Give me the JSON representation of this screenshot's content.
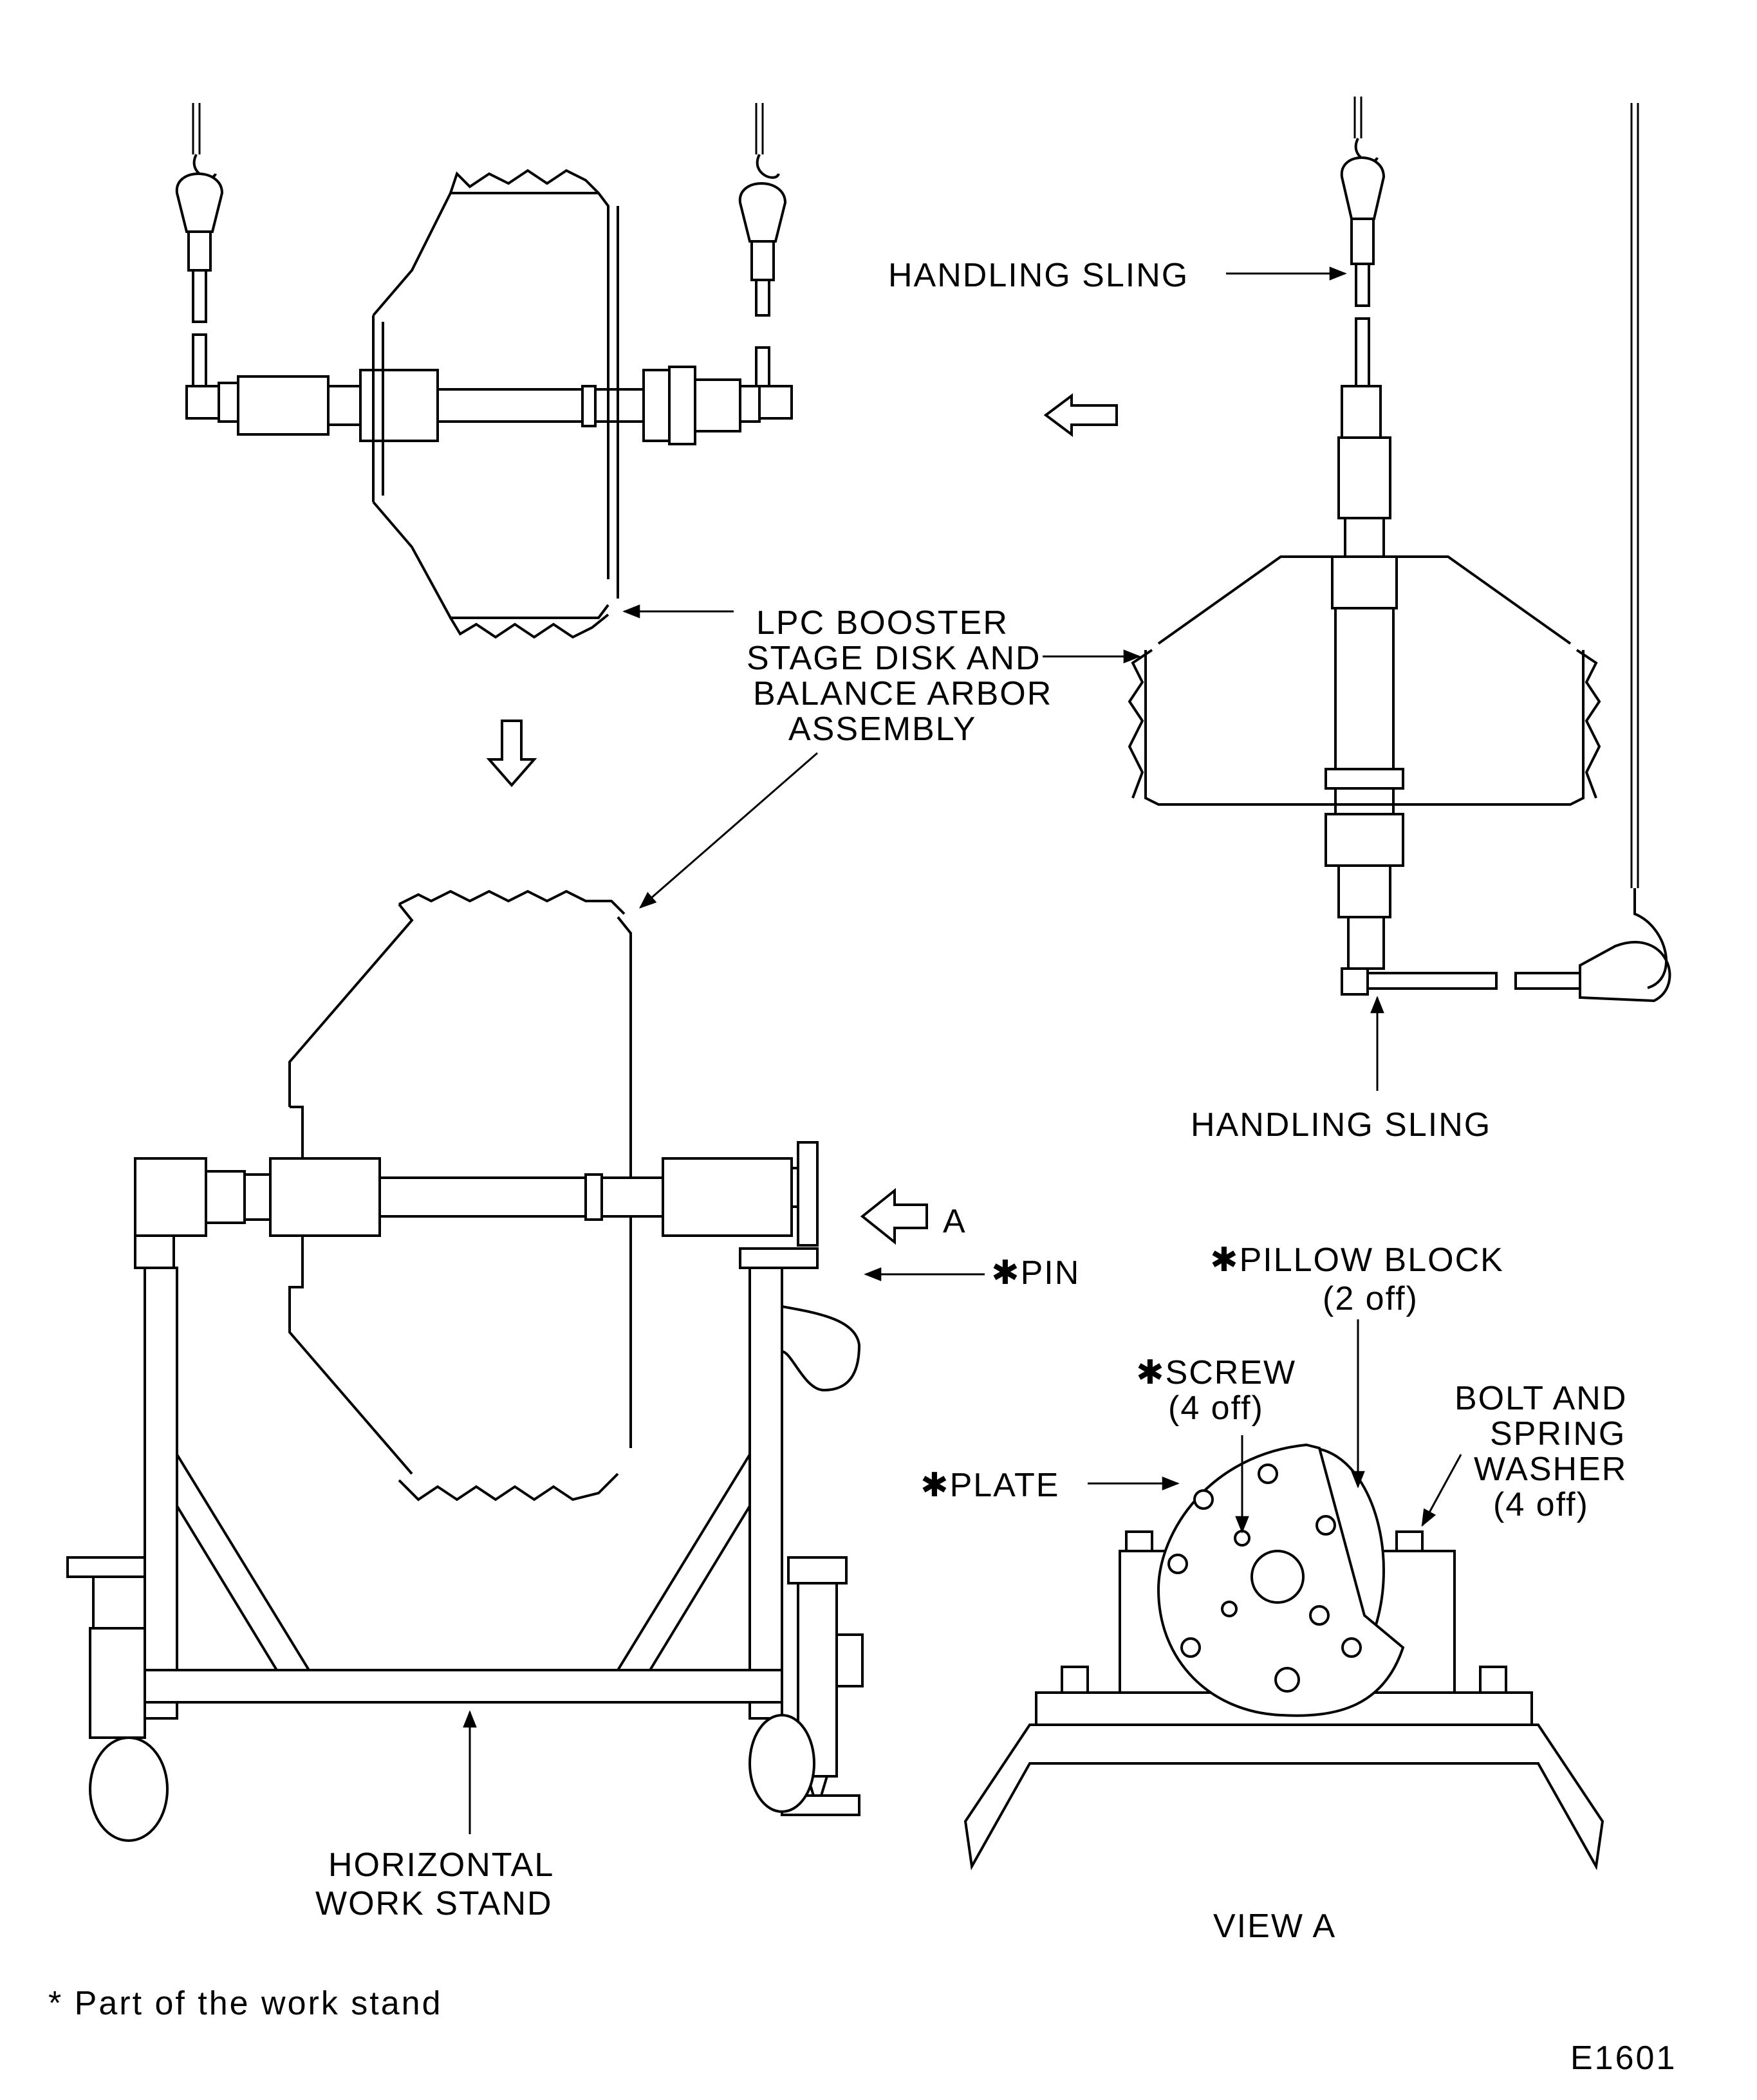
{
  "labels": {
    "handling_sling_top": "HANDLING SLING",
    "handling_sling_bottom": "HANDLING SLING",
    "lpc_lines": [
      "LPC BOOSTER",
      "STAGE DISK AND",
      "BALANCE ARBOR",
      "ASSEMBLY"
    ],
    "pin": "✱PIN",
    "arrow_a": "A",
    "pillow_block": "✱PILLOW BLOCK",
    "pillow_block_qty": "(2 off)",
    "screw": "✱SCREW",
    "screw_qty": "(4 off)",
    "bolt_lines": [
      "BOLT AND",
      "SPRING",
      "WASHER",
      "(4 off)"
    ],
    "plate": "✱PLATE",
    "work_stand_lines": [
      "HORIZONTAL",
      "WORK STAND"
    ],
    "view_a": "VIEW A"
  },
  "footnote": "* Part of the work stand",
  "figure_id": "E1601"
}
